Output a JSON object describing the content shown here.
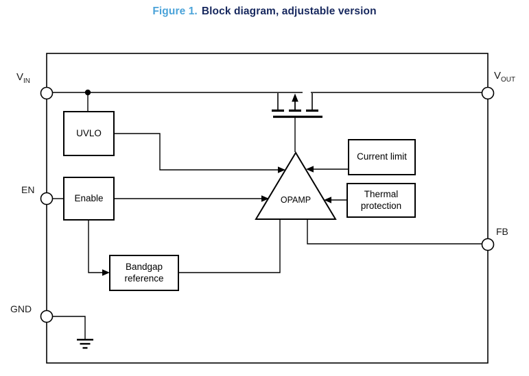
{
  "title": {
    "figure_label": "Figure 1.",
    "figure_caption": "Block diagram, adjustable version"
  },
  "blocks": {
    "uvlo": "UVLO",
    "enable": "Enable",
    "bandgap": "Bandgap reference",
    "current_limit": "Current limit",
    "thermal_protection": "Thermal protection",
    "opamp": "OPAMP"
  },
  "pins": {
    "vin": {
      "base": "V",
      "sub": "IN"
    },
    "vout": {
      "base": "V",
      "sub": "OUT"
    },
    "en": {
      "label": "EN"
    },
    "gnd": {
      "label": "GND"
    },
    "fb": {
      "label": "FB"
    }
  },
  "colors": {
    "figure_label": "#4ba3d9",
    "figure_caption": "#17285e",
    "line": "#000000"
  }
}
